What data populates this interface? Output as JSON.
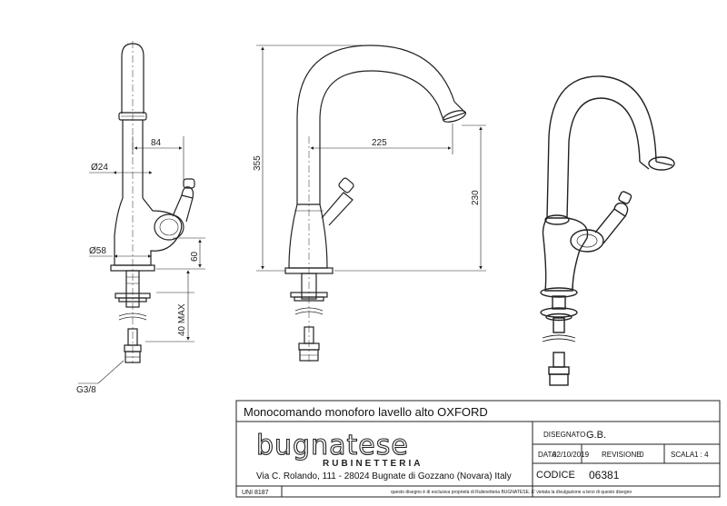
{
  "dimensions": {
    "d84": "84",
    "d24": "Ø24",
    "d58": "Ø58",
    "d60": "60",
    "d40max": "40 MAX",
    "g38": "G3/8",
    "d355": "355",
    "d225": "225",
    "d230": "230"
  },
  "title_block": {
    "title": "Monocomando monoforo lavello alto OXFORD",
    "logo": "bugnatese",
    "logo_sub": "RUBINETTERIA",
    "address": "Via C. Rolando, 111 - 28024 Bugnate di Gozzano (Novara) Italy",
    "disegnato_label": "DISEGNATO",
    "disegnato_value": "G.B.",
    "data_label": "DATA",
    "data_value": "02/10/2019",
    "revisione_label": "REVISIONE",
    "revisione_value": "0",
    "scala_label": "SCALA",
    "scala_value": "1 : 4",
    "codice_label": "CODICE",
    "codice_value": "06381",
    "uni": "UNI 8187",
    "disclaimer": "questo disegno è di esclusiva proprietà di Rubinetteria BUGNATESE. E' vietata la divulgazione a terzi di questo disegno"
  }
}
